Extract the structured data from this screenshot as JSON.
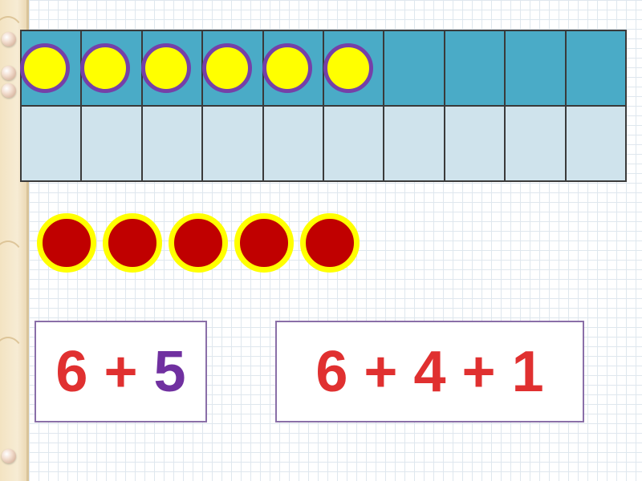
{
  "colors": {
    "frame_top": "#4aabc7",
    "frame_bottom": "#cfe3ec",
    "yellow_counter_fill": "#ffff00",
    "yellow_counter_border": "#7540a8",
    "red_counter_fill": "#c00000",
    "red_counter_border": "#ffff00",
    "expression_red": "#e03030",
    "expression_purple": "#7030a0"
  },
  "ten_frame": {
    "columns": 10,
    "rows": 2,
    "filled_count": 6
  },
  "loose_counters": {
    "count": 5
  },
  "expression_1": {
    "first": "6",
    "op": " + ",
    "second": "5"
  },
  "expression_2": {
    "text": "6 + 4 + 1"
  }
}
